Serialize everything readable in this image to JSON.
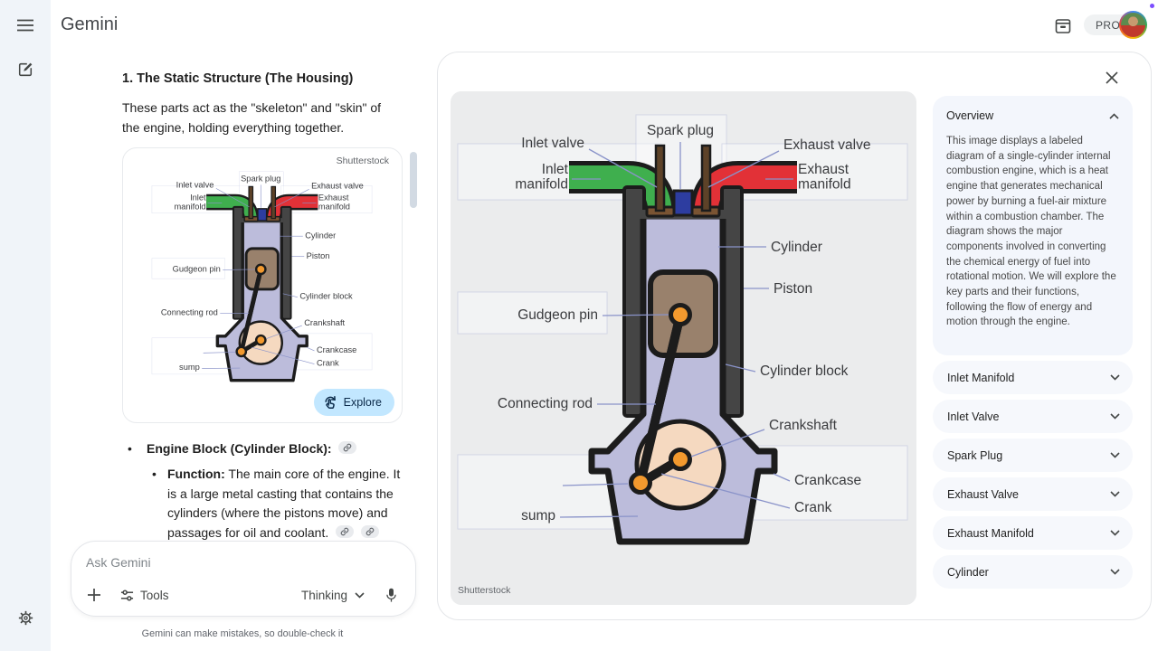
{
  "app": {
    "title": "Gemini",
    "pro_badge": "PRO"
  },
  "chat": {
    "heading": "1. The Static Structure (The Housing)",
    "paragraph": "These parts act as the \"skeleton\" and \"skin\" of the engine, holding everything together.",
    "image_credit": "Shutterstock",
    "explore_label": "Explore",
    "bullet_title": "Engine Block (Cylinder Block):",
    "sub_bullet_label": "Function:",
    "sub_bullet_text": "The main core of the engine. It is a large metal casting that contains the cylinders (where the pistons move) and passages for oil and coolant.",
    "input": {
      "placeholder": "Ask Gemini",
      "tools_label": "Tools",
      "thinking_label": "Thinking"
    },
    "disclaimer": "Gemini can make mistakes, so double-check it"
  },
  "panel": {
    "image_credit": "Shutterstock",
    "overview": {
      "title": "Overview",
      "body": "This image displays a labeled diagram of a single-cylinder internal combustion engine, which is a heat engine that generates mechanical power by burning a fuel-air mixture within a combustion chamber. The diagram shows the major components involved in converting the chemical energy of fuel into rotational motion. We will explore the key parts and their functions, following the flow of energy and motion through the engine."
    },
    "accordion_items": [
      "Inlet Manifold",
      "Inlet Valve",
      "Spark Plug",
      "Exhaust Valve",
      "Exhaust Manifold",
      "Cylinder"
    ]
  },
  "diagram": {
    "labels": {
      "inlet_valve": "Inlet valve",
      "spark_plug": "Spark plug",
      "exhaust_valve": "Exhaust valve",
      "inlet_manifold": [
        "Inlet",
        "manifold"
      ],
      "exhaust_manifold": [
        "Exhaust",
        "manifold"
      ],
      "cylinder": "Cylinder",
      "piston": "Piston",
      "gudgeon_pin": "Gudgeon pin",
      "cylinder_block": "Cylinder block",
      "connecting_rod": "Connecting rod",
      "crankshaft": "Crankshaft",
      "crankcase": "Crankcase",
      "crank": "Crank",
      "sump": "sump"
    },
    "colors": {
      "inlet": "#3faf4e",
      "exhaust": "#e23137",
      "body": "#bcbcdb",
      "piston": "#99816c",
      "pin": "#f2992e",
      "disc": "#f5d9c0",
      "wall": "#454545",
      "plug": "#2d3da0",
      "outline": "#1c1c1c",
      "leader": "#8a93c9",
      "label_text": "#3a3b3e"
    }
  }
}
